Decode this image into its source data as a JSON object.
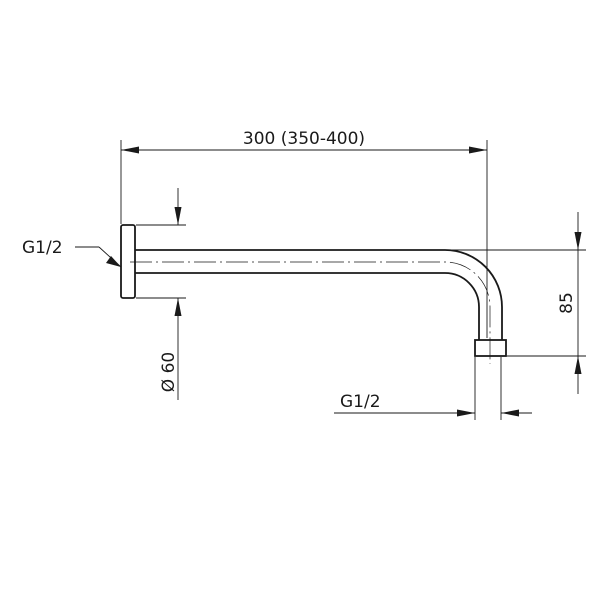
{
  "drawing": {
    "dimensions": {
      "overall_length": "300 (350-400)",
      "drop_height": "85",
      "flange_diameter": "Ø 60",
      "wall_thread": "G1/2",
      "outlet_thread": "G1/2"
    },
    "colors": {
      "line": "#1a1a1a",
      "background": "#ffffff"
    }
  }
}
